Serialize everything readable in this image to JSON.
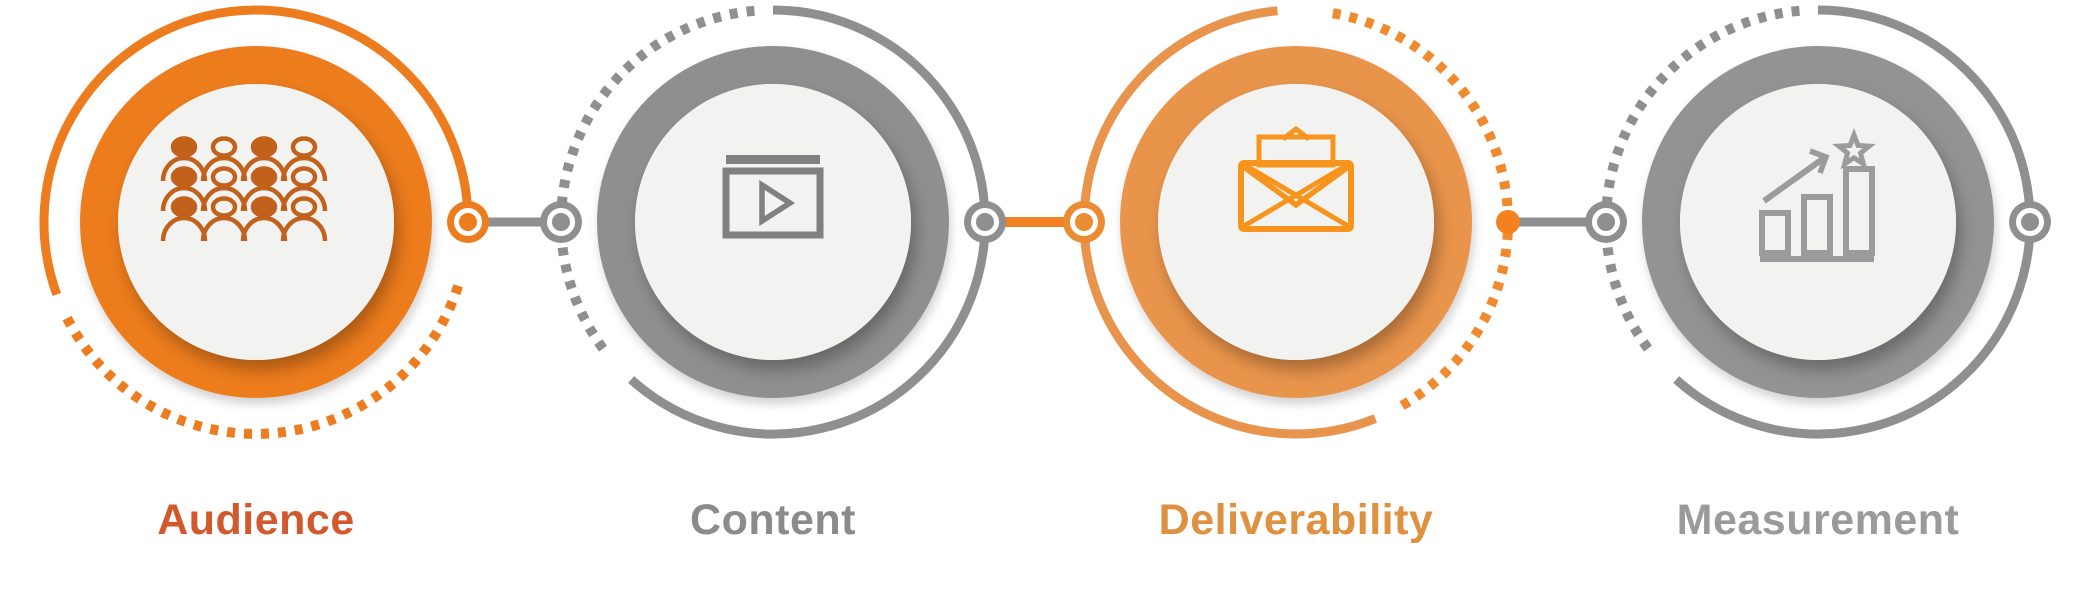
{
  "diagram": {
    "type": "process-flow",
    "step_count": 4,
    "background_color": "#ffffff"
  },
  "steps": [
    {
      "label": "Audience",
      "icon": "crowd-icon",
      "theme_color": "#ED7C1E",
      "icon_color": "#C2611C",
      "label_color": "#D2592B",
      "inner_circle_color": "#F2F2F1",
      "style": "highlighted-orange"
    },
    {
      "label": "Content",
      "icon": "video-player-icon",
      "theme_color": "#8F8F8F",
      "icon_color": "#808080",
      "label_color": "#8B8B8B",
      "inner_circle_color": "#F2F2F1",
      "style": "gray"
    },
    {
      "label": "Deliverability",
      "icon": "open-envelope-icon",
      "theme_color": "#E9944C",
      "icon_color": "#F7941E",
      "label_color": "#DE9140",
      "inner_circle_color": "#F2F2F1",
      "style": "highlighted-light-orange"
    },
    {
      "label": "Measurement",
      "icon": "bar-chart-star-icon",
      "theme_color": "#8F8F8F",
      "icon_color": "#9B9B9B",
      "label_color": "#9A9A9A",
      "inner_circle_color": "#F2F2F1",
      "style": "gray"
    }
  ],
  "connectors": [
    {
      "from": "Audience",
      "to": "Content",
      "line_color": "#8F8F8F",
      "left_dot": "orange-ring",
      "right_dot": "gray-ring"
    },
    {
      "from": "Content",
      "to": "Deliverability",
      "line_color": "#F28124",
      "left_dot": "gray-ring",
      "right_dot": "orange-ring"
    },
    {
      "from": "Deliverability",
      "to": "Measurement",
      "line_color": "#8F8F8F",
      "left_dot": "orange-solid",
      "right_dot": "gray-ring"
    },
    {
      "from": "Measurement",
      "to": "end",
      "line_color": "none",
      "right_dot": "gray-ring"
    }
  ]
}
